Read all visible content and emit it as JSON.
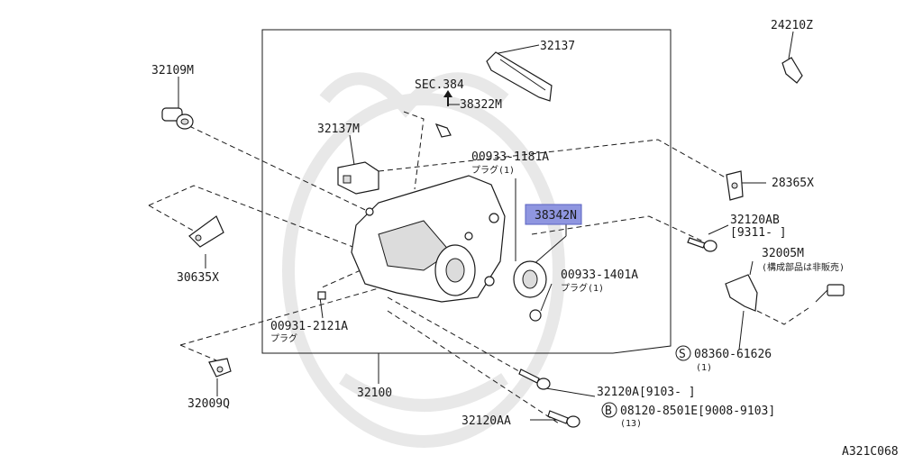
{
  "diagram": {
    "code": "A321C068",
    "highlight_color": "#8f96e0",
    "parts": [
      {
        "id": "p32109M",
        "label": "32109M"
      },
      {
        "id": "p32137M",
        "label": "32137M"
      },
      {
        "id": "pSEC384",
        "label": "SEC.384"
      },
      {
        "id": "p38322M",
        "label": "38322M"
      },
      {
        "id": "p32137",
        "label": "32137"
      },
      {
        "id": "p24210Z",
        "label": "24210Z"
      },
      {
        "id": "p00933_1181A",
        "label": "00933-1181A",
        "note": "プラグ(1)"
      },
      {
        "id": "p28365X",
        "label": "28365X"
      },
      {
        "id": "p38342N",
        "label": "38342N"
      },
      {
        "id": "p32120AB",
        "label": "32120AB",
        "note": "[9311-    ]"
      },
      {
        "id": "p32005M",
        "label": "32005M",
        "note": "(構成部品は非販売)"
      },
      {
        "id": "p30635X",
        "label": "30635X"
      },
      {
        "id": "p00933_1401A",
        "label": "00933-1401A",
        "note": "プラグ(1)"
      },
      {
        "id": "p00931_2121A",
        "label": "00931-2121A",
        "note": "プラグ"
      },
      {
        "id": "p08360",
        "prefix": "S",
        "label": "08360-61626",
        "note": "(1)"
      },
      {
        "id": "p32009Q",
        "label": "32009Q"
      },
      {
        "id": "p32100",
        "label": "32100"
      },
      {
        "id": "p32120A",
        "label": "32120A[9103-    ]"
      },
      {
        "id": "p08120",
        "prefix": "B",
        "label": "08120-8501E[9008-9103]",
        "note": "(13)"
      },
      {
        "id": "p32120AA",
        "label": "32120AA"
      }
    ]
  }
}
